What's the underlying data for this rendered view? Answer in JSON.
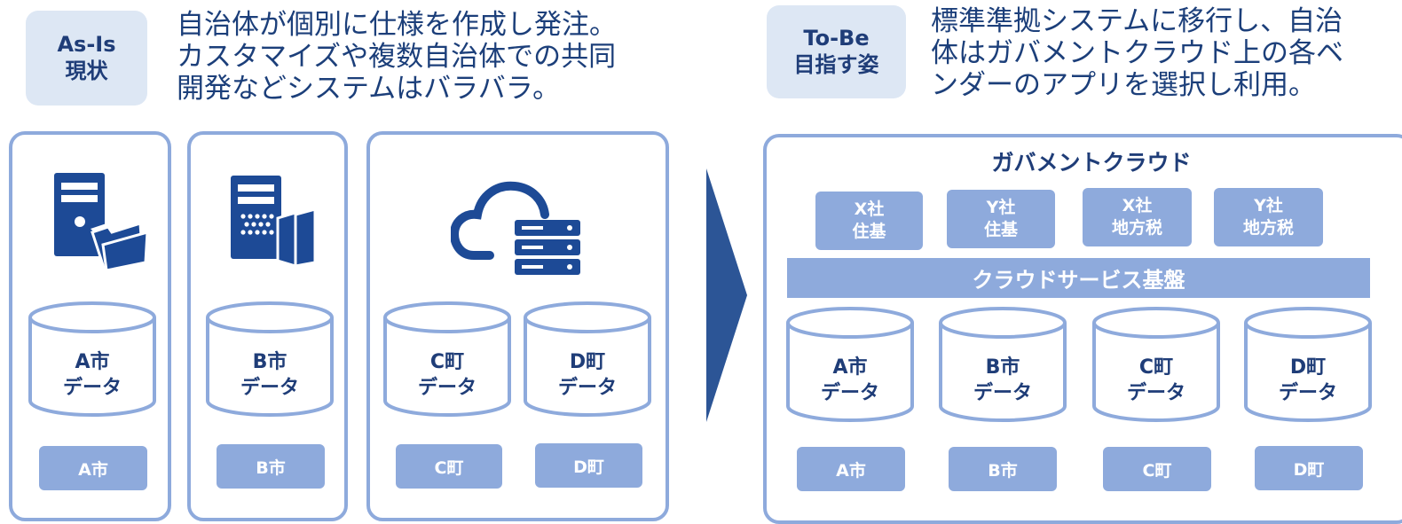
{
  "as_is": {
    "badge_en": "As-Is",
    "badge_jp": "現状",
    "description": [
      "自治体が個別に仕様を作成し発注。",
      "カスタマイズや複数自治体での共同",
      "開発などシステムはバラバラ。"
    ],
    "icon_names": [
      "server-folder-icon",
      "server-door-icon",
      "cloud-server-icon"
    ],
    "cylinders": [
      {
        "line1": "A市",
        "line2": "データ"
      },
      {
        "line1": "B市",
        "line2": "データ"
      },
      {
        "line1": "C町",
        "line2": "データ"
      },
      {
        "line1": "D町",
        "line2": "データ"
      }
    ],
    "chips": [
      "A市",
      "B市",
      "C町",
      "D町"
    ]
  },
  "to_be": {
    "badge_en": "To-Be",
    "badge_jp": "目指す姿",
    "description": [
      "標準準拠システムに移行し、自治",
      "体はガバメントクラウド上の各ベ",
      "ンダーのアプリを選択し利用。"
    ],
    "cloud_title": "ガバメントクラウド",
    "vendors": [
      {
        "line1": "X社",
        "line2": "住基"
      },
      {
        "line1": "Y社",
        "line2": "住基"
      },
      {
        "line1": "X社",
        "line2": "地方税"
      },
      {
        "line1": "Y社",
        "line2": "地方税"
      }
    ],
    "service_band": "クラウドサービス基盤",
    "cylinders": [
      {
        "line1": "A市",
        "line2": "データ"
      },
      {
        "line1": "B市",
        "line2": "データ"
      },
      {
        "line1": "C町",
        "line2": "データ"
      },
      {
        "line1": "D町",
        "line2": "データ"
      }
    ],
    "chips": [
      "A市",
      "B市",
      "C町",
      "D町"
    ]
  },
  "colors": {
    "dark_navy": "#1f3d78",
    "icon_blue": "#1d4a96",
    "light_blue": "#8eaadc",
    "badge_bg": "#dde7f4",
    "arrow": "#2c5596"
  }
}
